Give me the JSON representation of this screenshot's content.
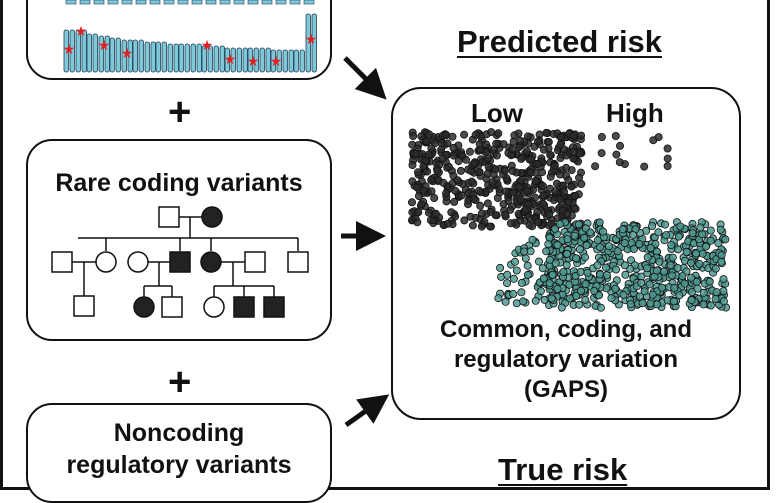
{
  "headings": {
    "predicted_risk": "Predicted risk",
    "true_risk": "True risk"
  },
  "boxes": {
    "rare_coding": {
      "title": "Rare coding variants"
    },
    "noncoding": {
      "title_line1": "Noncoding",
      "title_line2": "regulatory variants"
    },
    "result": {
      "low_label": "Low",
      "high_label": "High",
      "caption_line1": "Common, coding, and",
      "caption_line2": "regulatory variation",
      "caption_line3": "(GAPS)"
    }
  },
  "symbols": {
    "plus": "+"
  },
  "colors": {
    "low_risk_dots": "#2b2b2b",
    "high_risk_dots": "#4f9a90",
    "chromosome_fill": "#7fc8d8",
    "variant_star": "#e02020",
    "affected": "#222222"
  },
  "icons": [
    "chromosome-icon",
    "variant-star-icon",
    "pedigree-icon",
    "arrow-icon"
  ]
}
